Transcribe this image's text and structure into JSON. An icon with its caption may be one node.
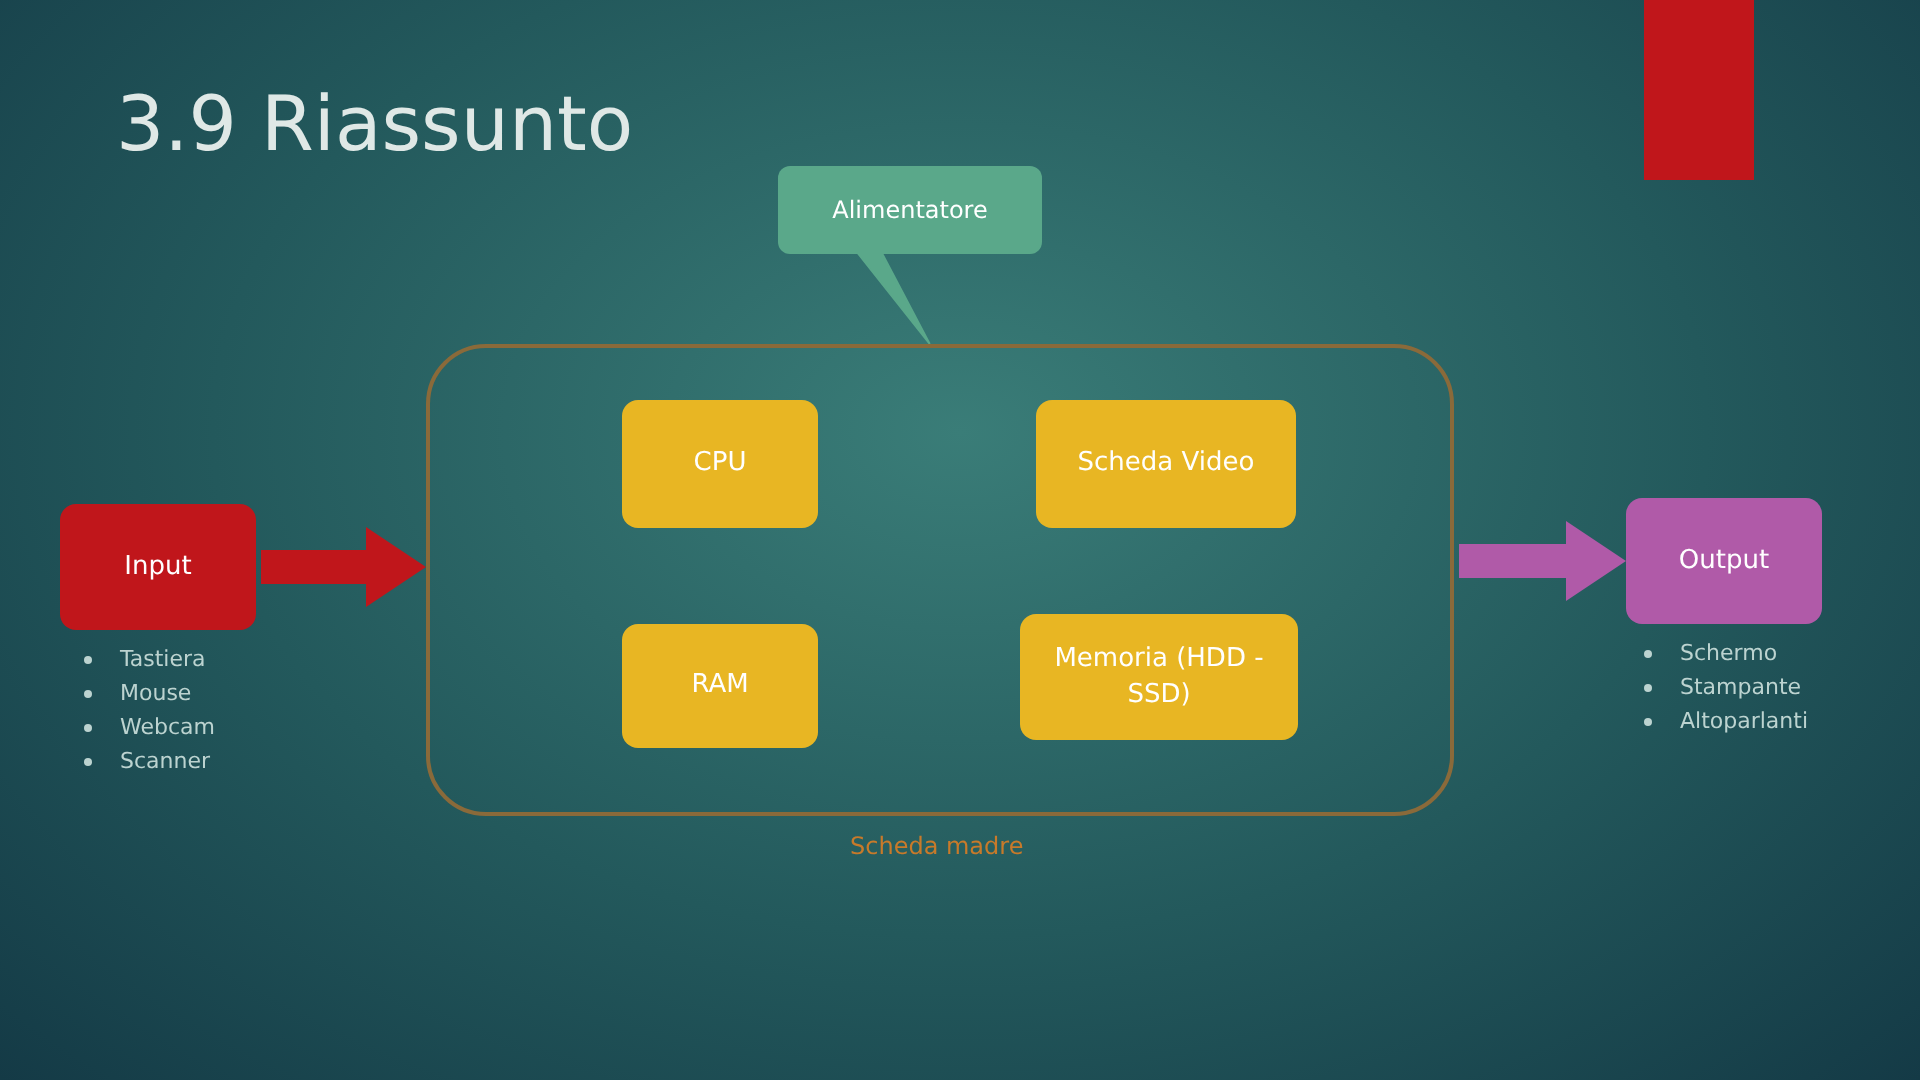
{
  "diagram": {
    "title": "3.9 Riassunto",
    "nodes": [
      {
        "text": [
          "Alimentatore"
        ]
      },
      {
        "text": [],
        "shape": "box",
        "beside": [
          "Scheda madre"
        ]
      },
      {
        "text": [
          "CPU"
        ],
        "in": 1
      },
      {
        "text": [
          "Scheda Video"
        ],
        "in": 1
      },
      {
        "text": [
          "RAM"
        ],
        "in": 1
      },
      {
        "text": [
          "Memoria (HDD - SSD)"
        ],
        "in": 1
      },
      {
        "text": [
          "Input"
        ],
        "beside": [
          "Tastiera",
          "Mouse",
          "Webcam",
          "Scanner"
        ]
      },
      {
        "text": [
          "Output"
        ],
        "beside": [
          "Schermo",
          "Stampante",
          "Altoparlanti"
        ]
      }
    ],
    "edges": [
      {
        "from": 0,
        "to": 1,
        "arrow": "none",
        "color": "#5aa88a"
      },
      {
        "from": 6,
        "to": 1,
        "arrow": "to",
        "color": "#c0161b"
      },
      {
        "from": 1,
        "to": 7,
        "arrow": "to",
        "color": "#b05aa8"
      }
    ]
  }
}
